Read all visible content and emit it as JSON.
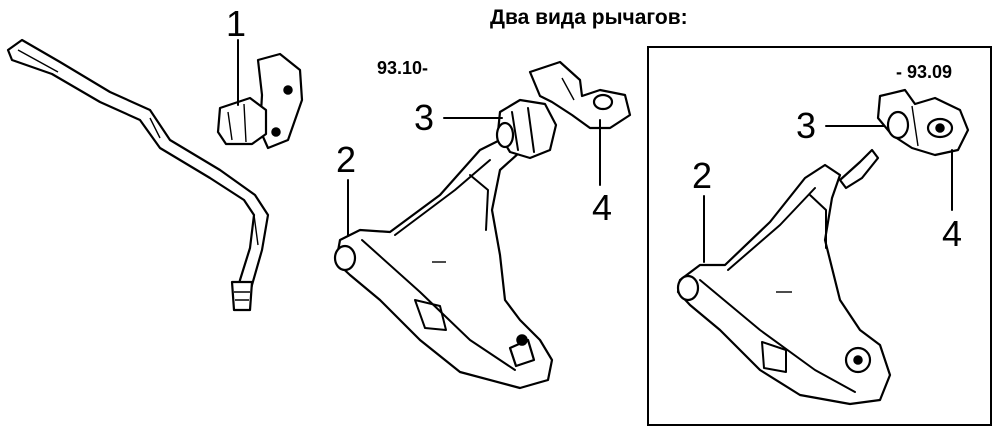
{
  "title": "Два вида рычагов:",
  "left_version": "93.10-",
  "right_version": "- 93.09",
  "callouts": {
    "stabilizer_bracket": "1",
    "arm_left": "2",
    "bushing_left": "3",
    "mount_left": "4",
    "arm_right": "2",
    "bushing_right": "3",
    "mount_right": "4"
  }
}
